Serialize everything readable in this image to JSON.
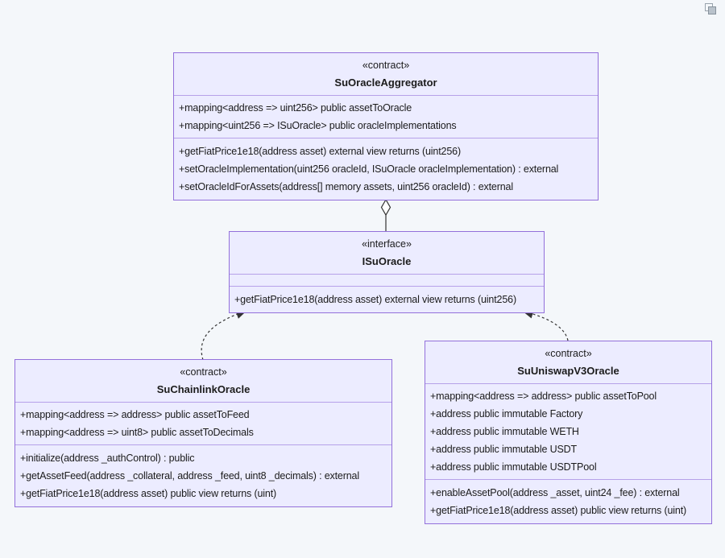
{
  "page": {
    "background_color": "#f4f7fa",
    "copy_icon": "copy-icon"
  },
  "colors": {
    "node_fill": "#ECECFF",
    "node_border": "#9370DB",
    "section_divider": "#9370DB",
    "text": "#1b1b1b",
    "link": "#333333"
  },
  "diagram": {
    "type": "uml-class-diagram",
    "classes": {
      "aggregator": {
        "stereotype": "«contract»",
        "name": "SuOracleAggregator",
        "attributes": [
          "+mapping<address => uint256> public assetToOracle",
          "+mapping<uint256 => ISuOracle> public oracleImplementations"
        ],
        "methods": [
          "+getFiatPrice1e18(address asset) external view returns (uint256)",
          "+setOracleImplementation(uint256 oracleId, ISuOracle oracleImplementation) : external",
          "+setOracleIdForAssets(address[] memory assets, uint256 oracleId) : external"
        ]
      },
      "isuoracle": {
        "stereotype": "«interface»",
        "name": "ISuOracle",
        "attributes": [],
        "methods": [
          "+getFiatPrice1e18(address asset) external view returns (uint256)"
        ]
      },
      "chainlink": {
        "stereotype": "«contract»",
        "name": "SuChainlinkOracle",
        "attributes": [
          "+mapping<address => address> public assetToFeed",
          "+mapping<address => uint8> public assetToDecimals"
        ],
        "methods": [
          "+initialize(address _authControl) : public",
          "+getAssetFeed(address _collateral, address _feed, uint8 _decimals) : external",
          "+getFiatPrice1e18(address asset) public view returns (uint)"
        ]
      },
      "uniswap": {
        "stereotype": "«contract»",
        "name": "SuUniswapV3Oracle",
        "attributes": [
          "+mapping<address => address> public assetToPool",
          "+address public immutable Factory",
          "+address public immutable WETH",
          "+address public immutable USDT",
          "+address public immutable USDTPool"
        ],
        "methods": [
          "+enableAssetPool(address _asset, uint24 _fee) : external",
          "+getFiatPrice1e18(address asset) public view returns (uint)"
        ]
      }
    },
    "relations": [
      {
        "from": "SuOracleAggregator",
        "to": "ISuOracle",
        "type": "aggregation"
      },
      {
        "from": "SuChainlinkOracle",
        "to": "ISuOracle",
        "type": "dashed-realization-arrow"
      },
      {
        "from": "SuUniswapV3Oracle",
        "to": "ISuOracle",
        "type": "dashed-realization-arrow"
      }
    ]
  }
}
